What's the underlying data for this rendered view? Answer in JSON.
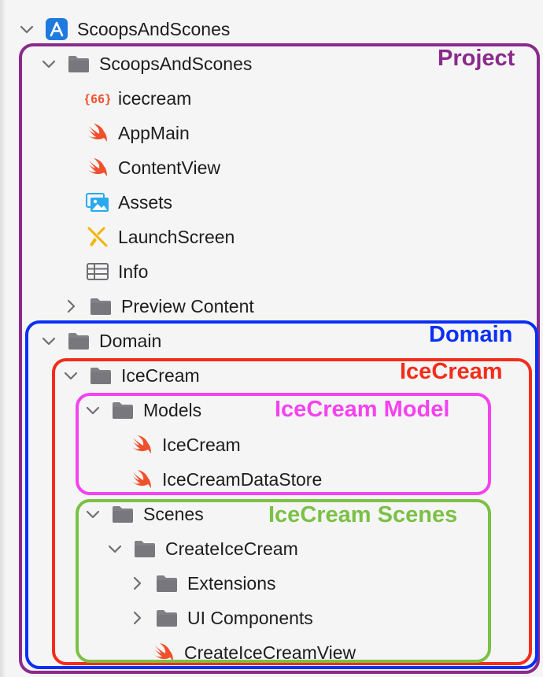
{
  "colors": {
    "project": "#8a2a8c",
    "domain": "#0a2ff5",
    "icecream": "#f32d1a",
    "model": "#f542f0",
    "scenes": "#7bc145",
    "swift": "#f0512d",
    "folder": "#808086",
    "assets": "#2aa9f0",
    "launch": "#f0b400"
  },
  "tree": {
    "root": "ScoopsAndScones",
    "project_folder": "ScoopsAndScones",
    "icecream_file": "icecream",
    "app_main": "AppMain",
    "content_view": "ContentView",
    "assets": "Assets",
    "launch_screen": "LaunchScreen",
    "info": "Info",
    "preview_content": "Preview Content",
    "domain_folder": "Domain",
    "icecream_folder": "IceCream",
    "models_folder": "Models",
    "icecream_swift": "IceCream",
    "icecream_datastore": "IceCreamDataStore",
    "scenes_folder": "Scenes",
    "create_icecream_folder": "CreateIceCream",
    "extensions_folder": "Extensions",
    "ui_components_folder": "UI Components",
    "create_icecream_view": "CreateIceCreamView"
  },
  "annotations": {
    "project": "Project",
    "domain": "Domain",
    "icecream": "IceCream",
    "model": "IceCream Model",
    "scenes": "IceCream Scenes"
  }
}
